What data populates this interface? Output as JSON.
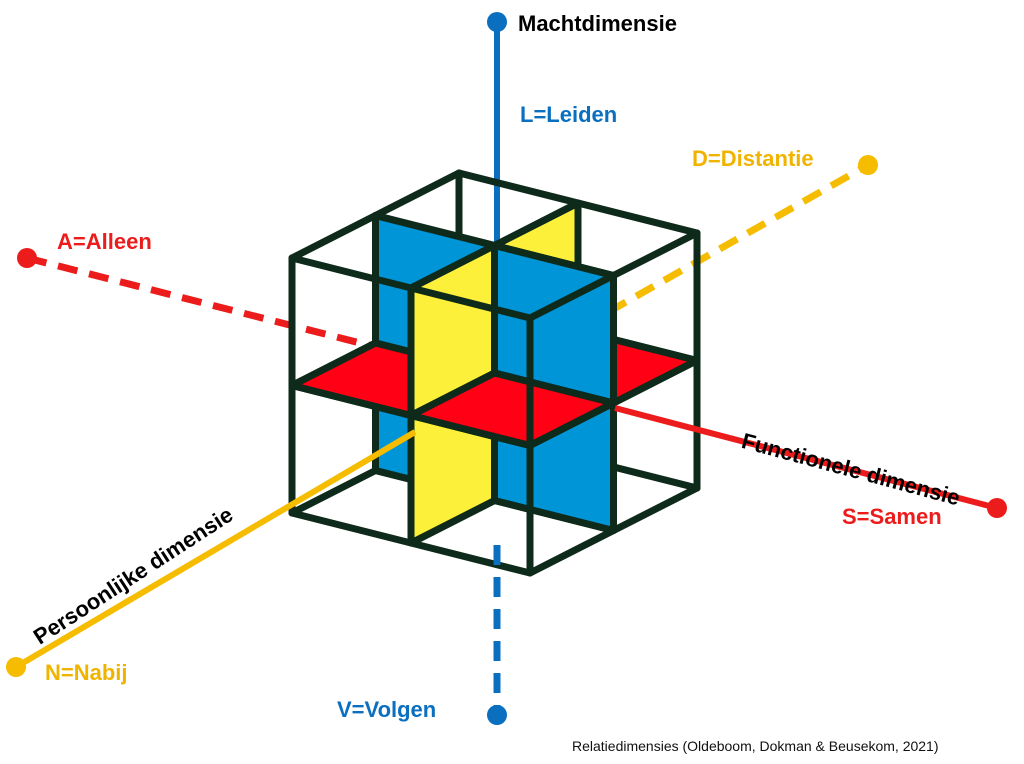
{
  "colors": {
    "power_axis": "#0b6fc0",
    "functional_axis": "#ec1c1c",
    "personal_axis": "#f6bc00",
    "plane_blue": "#0095d7",
    "plane_yellow": "#fdf03a",
    "plane_red": "#ff0014",
    "frame": "#0e2a1a"
  },
  "axes": {
    "power": {
      "title": "Machtdimensie",
      "top": "L=Leiden",
      "bottom": "V=Volgen"
    },
    "functional": {
      "title": "Functionele dimensie",
      "left": "A=Alleen",
      "right": "S=Samen"
    },
    "personal": {
      "title": "Persoonlijke dimensie",
      "near": "N=Nabij",
      "far": "D=Distantie"
    }
  },
  "caption": "Relatiedimensies (Oldeboom, Dokman & Beusekom, 2021)"
}
